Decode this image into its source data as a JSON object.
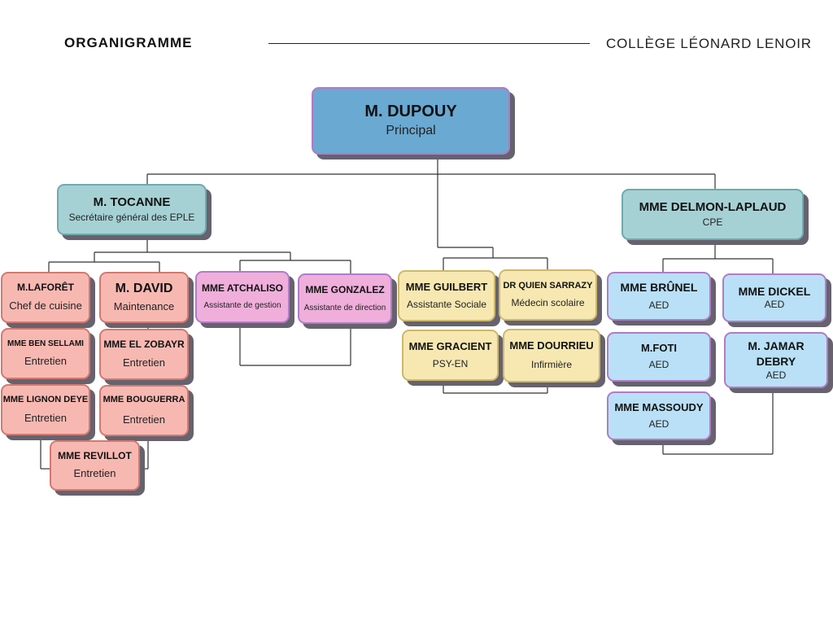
{
  "header": {
    "title": "ORGANIGRAMME",
    "school": "COLLÈGE LÉONARD LENOIR"
  },
  "colors": {
    "principal": "#6aa9d2",
    "direction": "#a6d1d4",
    "agents": "#f8b8b2",
    "administration": "#f0aedb",
    "medico_social": "#f7e8b2",
    "vie_scolaire": "#b9e0f7",
    "connector": "#333333"
  },
  "principal": {
    "name": "M. DUPOUY",
    "role": "Principal"
  },
  "secretary": {
    "name": "M. TOCANNE",
    "role": "Secrétaire général des EPLE"
  },
  "cpe": {
    "name": "MME DELMON-LAPLAUD",
    "role": "CPE"
  },
  "agents": [
    {
      "name": "M.LAFORÊT",
      "role": "Chef de cuisine"
    },
    {
      "name": "M. DAVID",
      "role": "Maintenance"
    },
    {
      "name": "MME BEN SELLAMI",
      "role": "Entretien"
    },
    {
      "name": "MME EL ZOBAYR",
      "role": "Entretien"
    },
    {
      "name": "MME LIGNON DEYE",
      "role": "Entretien"
    },
    {
      "name": "MME BOUGUERRA",
      "role": "Entretien"
    },
    {
      "name": "MME REVILLOT",
      "role": "Entretien"
    }
  ],
  "administration": [
    {
      "name": "MME ATCHALISO",
      "role": "Assistante de gestion"
    },
    {
      "name": "MME GONZALEZ",
      "role": "Assistante de direction"
    }
  ],
  "medico_social": [
    {
      "name": "MME GUILBERT",
      "role": "Assistante Sociale"
    },
    {
      "name": "DR QUIEN SARRAZY",
      "role": "Médecin scolaire"
    },
    {
      "name": "MME GRACIENT",
      "role": "PSY-EN"
    },
    {
      "name": "MME DOURRIEU",
      "role": "Infirmière"
    }
  ],
  "vie_scolaire": [
    {
      "name": "MME BRÛNEL",
      "role": "AED"
    },
    {
      "name": "MME DICKEL",
      "role": "AED"
    },
    {
      "name": "M.FOTI",
      "role": "AED"
    },
    {
      "name": "M. JAMAR DEBRY",
      "role": "AED"
    },
    {
      "name": "MME MASSOUDY",
      "role": "AED"
    }
  ]
}
